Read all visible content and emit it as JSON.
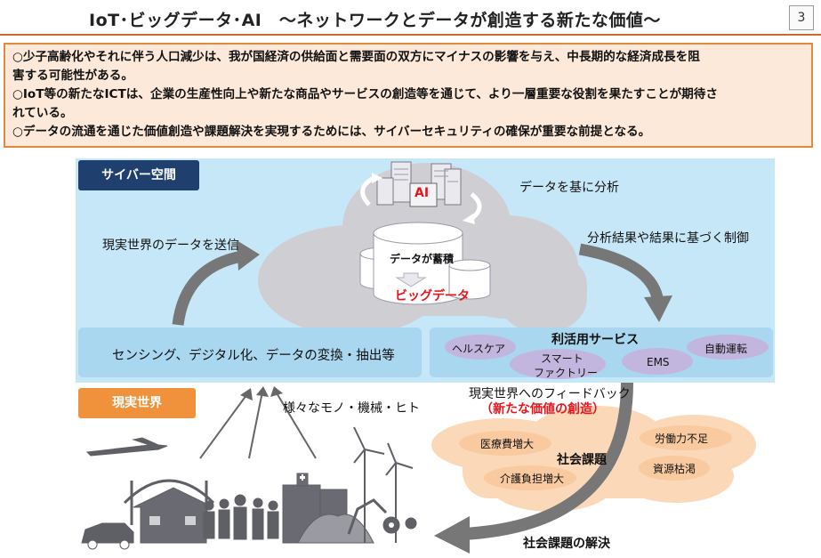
{
  "header": {
    "title": "IoT･ビッグデータ･AI　～ネットワークとデータが創造する新たな価値～",
    "page_number": "3"
  },
  "summary": {
    "lines": [
      "○少子高齢化やそれに伴う人口減少は、我が国経済の供給面と需要面の双方にマイナスの影響を与え、中長期的な経済成長を阻",
      "害する可能性がある。",
      "○IoT等の新たなICTは、企業の生産性向上や新たな商品やサービスの創造等を通じて、より一層重要な役割を果たすことが期待さ",
      "れている。",
      "○データの流通を通じた価値創造や課題解決を実現するためには、サイバーセキュリティの確保が重要な前提となる。"
    ]
  },
  "diagram": {
    "cyber_label": "サイバー空間",
    "real_label": "現実世界",
    "ai_label": "AI",
    "analyze_label": "データを基に分析",
    "send_label": "現実世界のデータを送信",
    "stored_label": "データが蓄積",
    "bigdata_label": "ビッグデータ",
    "control_label": "分析結果や結果に基づく制御",
    "sensing_label": "センシング、デジタル化、データの変換・抽出等",
    "services_title": "利活用サービス",
    "services": [
      "ヘルスケア",
      "スマート",
      "ファクトリー",
      "EMS",
      "自動運転"
    ],
    "things_label": "様々なモノ・機械・ヒト",
    "feedback_label": "現実世界へのフィードバック",
    "new_value_label": "（新たな価値の創造）",
    "social_issues_title": "社会課題",
    "issues": [
      "医療費増大",
      "労働力不足",
      "介護負担増大",
      "資源枯渇"
    ],
    "solution_label": "社会課題の解決",
    "colors": {
      "cyber_bg": "#c6e7f7",
      "cyber_badge": "#1f3f6e",
      "real_badge": "#f0923c",
      "service_ellipse": "#c2b5de",
      "issue_cloud": "#fbd8b8",
      "cloud_gray": "#cfcfd3",
      "arrow_gray": "#7c7c7c",
      "accent_red": "#e8141c"
    }
  }
}
